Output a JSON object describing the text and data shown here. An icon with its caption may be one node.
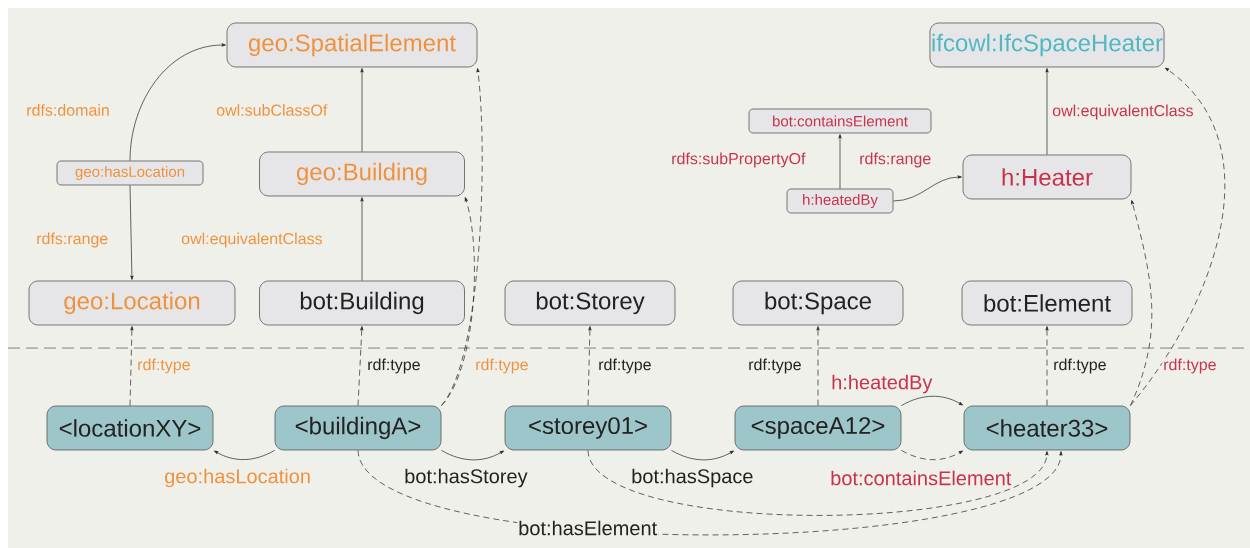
{
  "diagram": {
    "nodes": [
      {
        "text": [
          "geo:SpatialElement"
        ]
      },
      {
        "text": [
          "ifcowl:IfcSpaceHeater"
        ]
      },
      {
        "text": [
          "bot:containsElement"
        ]
      },
      {
        "text": [
          "geo:Building"
        ]
      },
      {
        "text": [
          "geo:hasLocation"
        ]
      },
      {
        "text": [
          "h:heatedBy"
        ]
      },
      {
        "text": [
          "h:Heater"
        ]
      },
      {
        "text": [
          "geo:Location"
        ]
      },
      {
        "text": [
          "bot:Building"
        ]
      },
      {
        "text": [
          "bot:Storey"
        ]
      },
      {
        "text": [
          "bot:Space"
        ]
      },
      {
        "text": [
          "bot:Element"
        ]
      },
      {
        "text": [
          "<locationXY>"
        ]
      },
      {
        "text": [
          "<buildingA>"
        ]
      },
      {
        "text": [
          "<storey01>"
        ]
      },
      {
        "text": [
          "<spaceA12>"
        ]
      },
      {
        "text": [
          "<heater33>"
        ]
      }
    ],
    "edges": [
      {
        "from": 4,
        "to": 0,
        "arrow": "to",
        "label": "rdfs:domain"
      },
      {
        "from": 4,
        "to": 7,
        "arrow": "to",
        "label": "rdfs:range"
      },
      {
        "from": 3,
        "to": 0,
        "arrow": "to",
        "label": "owl:subClassOf"
      },
      {
        "from": 8,
        "to": 3,
        "arrow": "to",
        "label": "owl:equivalentClass"
      },
      {
        "from": 5,
        "to": 2,
        "arrow": "to",
        "label": "rdfs:subPropertyOf"
      },
      {
        "from": 5,
        "to": 6,
        "arrow": "to",
        "label": "rdfs:range"
      },
      {
        "from": 6,
        "to": 1,
        "arrow": "to",
        "label": "owl:equivalentClass"
      },
      {
        "from": 12,
        "to": 7,
        "arrow": "to",
        "style": "dashed",
        "label": "rdf:type"
      },
      {
        "from": 13,
        "to": 8,
        "arrow": "to",
        "style": "dashed",
        "label": "rdf:type"
      },
      {
        "from": 13,
        "to": 3,
        "arrow": "to",
        "style": "dashed",
        "label": "rdf:type"
      },
      {
        "from": 13,
        "to": 0,
        "arrow": "to",
        "style": "dashed"
      },
      {
        "from": 14,
        "to": 9,
        "arrow": "to",
        "style": "dashed",
        "label": "rdf:type"
      },
      {
        "from": 15,
        "to": 10,
        "arrow": "to",
        "style": "dashed",
        "label": "rdf:type"
      },
      {
        "from": 16,
        "to": 11,
        "arrow": "to",
        "style": "dashed",
        "label": "rdf:type"
      },
      {
        "from": 16,
        "to": 1,
        "arrow": "to",
        "style": "dashed",
        "label": "rdf:type"
      },
      {
        "from": 16,
        "to": 6,
        "arrow": "to",
        "style": "dashed"
      },
      {
        "from": 13,
        "to": 12,
        "arrow": "to",
        "label": "geo:hasLocation"
      },
      {
        "from": 13,
        "to": 14,
        "arrow": "to",
        "label": "bot:hasStorey"
      },
      {
        "from": 14,
        "to": 15,
        "arrow": "to",
        "label": "bot:hasSpace"
      },
      {
        "from": 15,
        "to": 16,
        "arrow": "to",
        "label": "h:heatedBy"
      },
      {
        "from": 15,
        "to": 16,
        "arrow": "to",
        "style": "dashed",
        "label": "bot:containsElement"
      },
      {
        "from": 13,
        "to": 16,
        "arrow": "to",
        "style": "dashed",
        "label": "bot:hasElement"
      },
      {
        "from": 14,
        "to": 16,
        "arrow": "to",
        "style": "dashed"
      }
    ]
  }
}
